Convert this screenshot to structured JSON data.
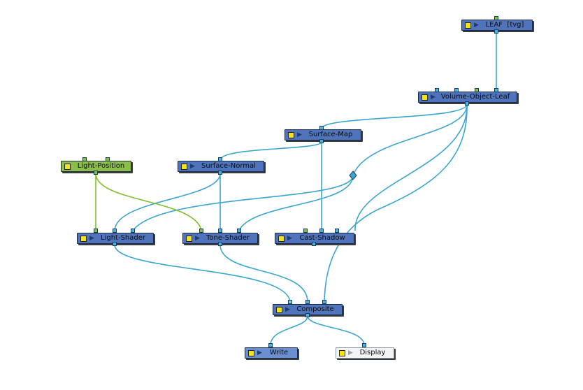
{
  "colors": {
    "node_blue": "#4f74bb",
    "node_blue_light": "#6b8fd0",
    "node_green": "#8cbf4a",
    "node_display": "#f2f4f6",
    "wire_cyan": "#3aa6cf",
    "wire_green": "#7fbf2a",
    "port_cyan": "#46b4de",
    "port_green": "#7cc23a"
  },
  "icons": {
    "enable_toggle": "yellow-square-toggle-icon",
    "play": "play-triangle-icon"
  },
  "nodes": {
    "leaf": {
      "label": "LEAF  [tvg]"
    },
    "volume_object_leaf": {
      "label": "Volume-Object-Leaf"
    },
    "surface_map": {
      "label": "Surface-Map"
    },
    "light_position": {
      "label": "Light-Position"
    },
    "surface_normal": {
      "label": "Surface-Normal"
    },
    "light_shader": {
      "label": "Light-Shader"
    },
    "tone_shader": {
      "label": "Tone-Shader"
    },
    "cast_shadow": {
      "label": "Cast-Shadow"
    },
    "composite": {
      "label": "Composite"
    },
    "write": {
      "label": "Write"
    },
    "display": {
      "label": "Display"
    }
  }
}
